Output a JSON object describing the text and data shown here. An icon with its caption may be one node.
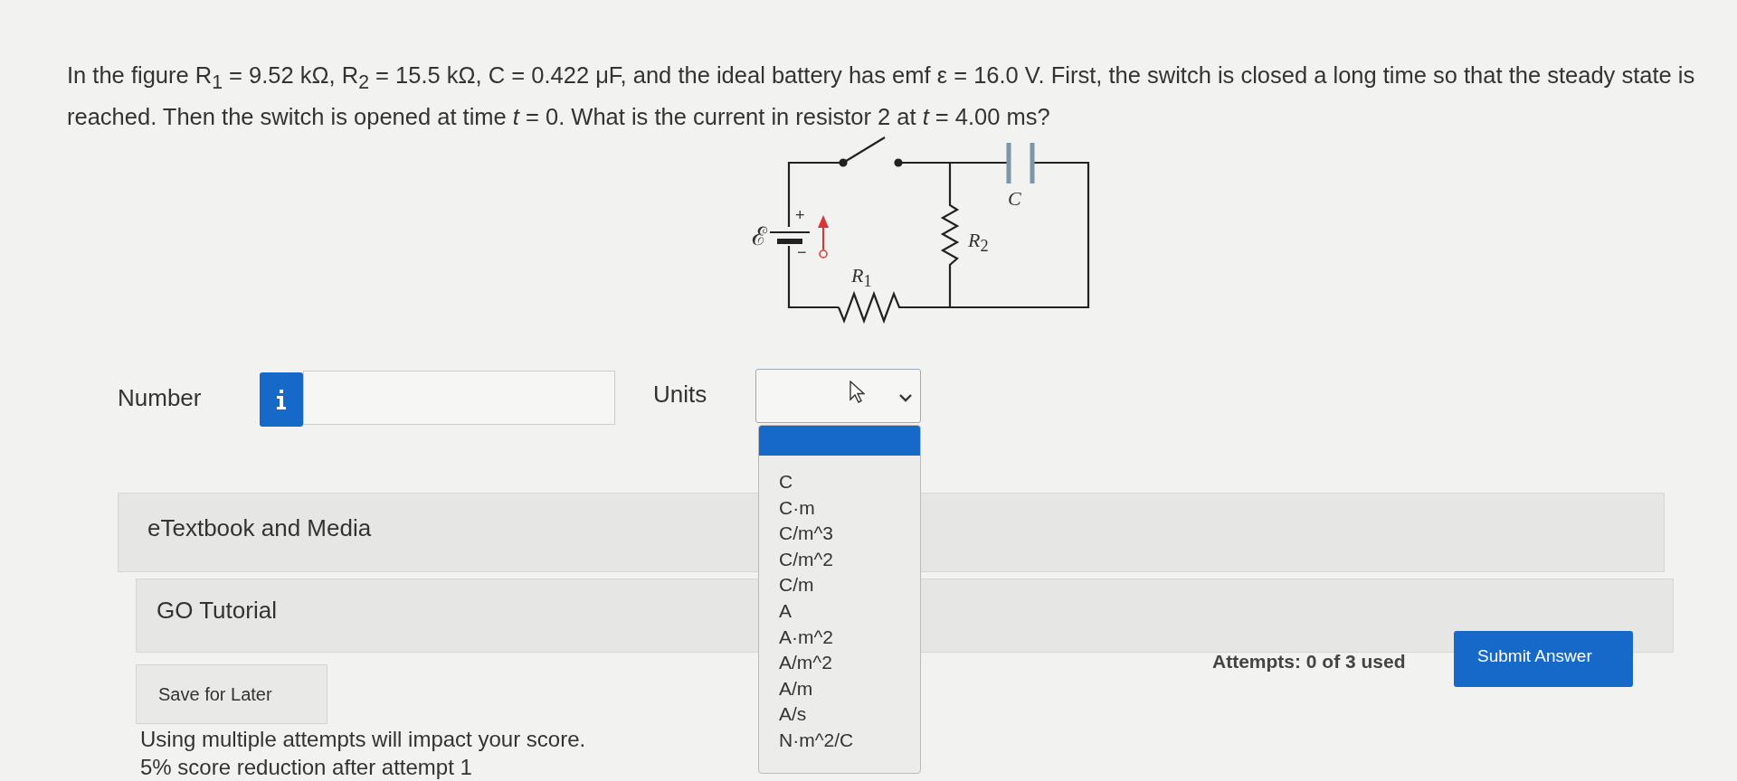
{
  "diagram": {
    "title": "In the figure R$_{1}$ = 9.52 kΩ, R$_{2}$ = 15.5 kΩ, C = 0.422 μF, and the ideal battery has emf ε = 16.0 V. First, the switch is closed a long time so that the steady state is reached. Then the switch is opened at time *t* = 0. What is the current in resistor 2 at *t* = 4.00 ms?",
    "labels": [
      "C",
      "ℰ",
      "+",
      "*R*$_{2}$",
      "−",
      "*R*$_{1}$",
      "Number",
      "Units",
      "C",
      "C·m",
      "C/m^3",
      "C/m^2",
      "C/m",
      "A",
      "A·m^2",
      "A/m^2",
      "A/m",
      "A/s",
      "N·m^2/C",
      "eTextbook and Media",
      "GO Tutorial",
      "Attempts: 0 of 3 used",
      "Submit Answer",
      "Save for Later",
      "Using multiple attempts will impact your score.",
      "5% score reduction after attempt 1"
    ]
  }
}
